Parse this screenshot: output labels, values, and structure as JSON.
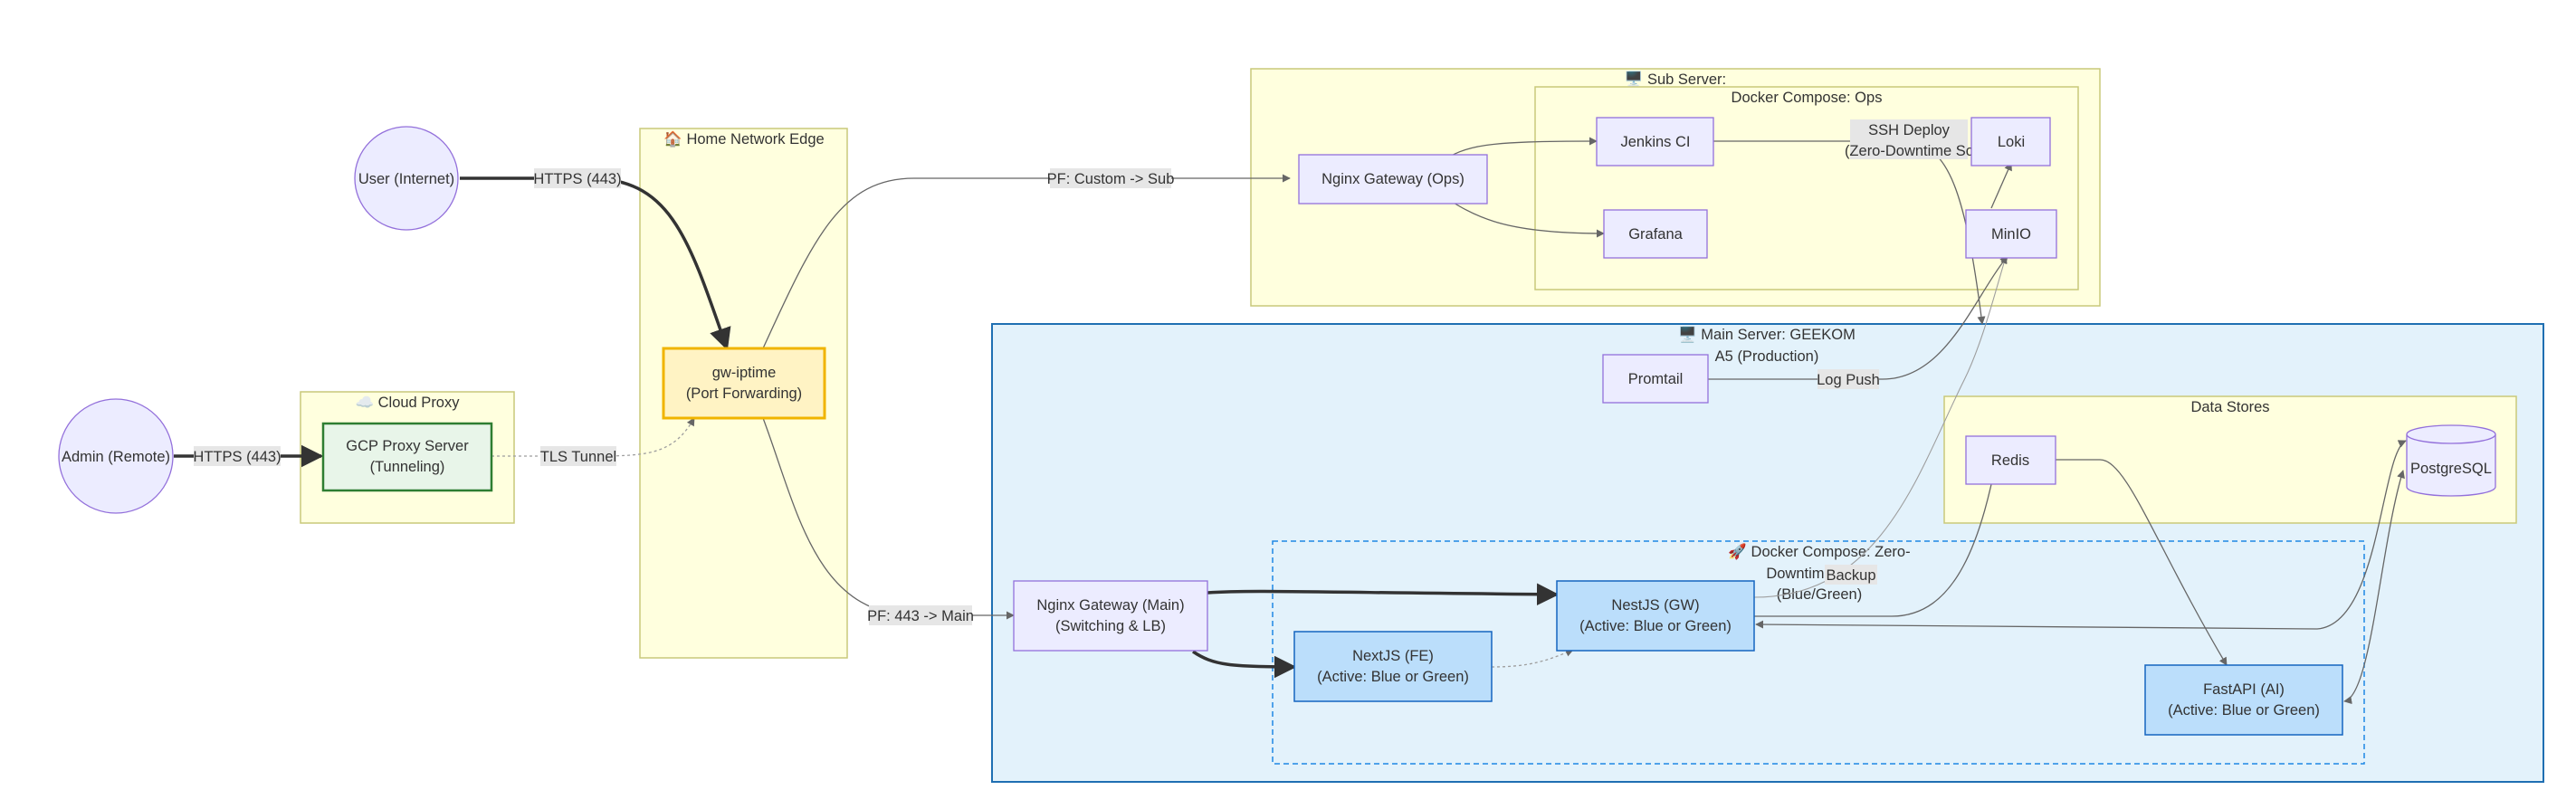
{
  "groups": {
    "home_edge": "🏠 Home Network Edge",
    "cloud_proxy": "☁️ Cloud Proxy",
    "sub_server": "🖥️ Sub Server:",
    "docker_ops": "Docker Compose: Ops",
    "main_server": "🖥️ Main Server: GEEKOM",
    "main_server_sub": "A5 (Production)",
    "data_stores": "Data Stores",
    "docker_zero_1": "🚀 Docker Compose: Zero-",
    "docker_zero_2": "Downtime",
    "docker_zero_3": "(Blue/Green)"
  },
  "nodes": {
    "user": "User (Internet)",
    "admin": "Admin (Remote)",
    "gcp_1": "GCP Proxy Server",
    "gcp_2": "(Tunneling)",
    "gw_1": "gw-iptime",
    "gw_2": "(Port Forwarding)",
    "nginx_ops": "Nginx Gateway (Ops)",
    "jenkins": "Jenkins CI",
    "grafana": "Grafana",
    "loki": "Loki",
    "minio": "MinIO",
    "promtail": "Promtail",
    "redis": "Redis",
    "postgres": "PostgreSQL",
    "nginx_main_1": "Nginx Gateway (Main)",
    "nginx_main_2": "(Switching & LB)",
    "nestjs_1": "NestJS (GW)",
    "nestjs_2": "(Active: Blue or Green)",
    "nextjs_1": "NextJS (FE)",
    "nextjs_2": "(Active: Blue or Green)",
    "fastapi_1": "FastAPI (AI)",
    "fastapi_2": "(Active: Blue or Green)"
  },
  "edges": {
    "https_user": "HTTPS (443)",
    "https_admin": "HTTPS (443)",
    "tls": "TLS Tunnel",
    "pf_sub": "PF: Custom -> Sub",
    "pf_main": "PF: 443 -> Main",
    "ssh_1": "SSH Deploy",
    "ssh_2": "(Zero-Downtime Sc",
    "log_push": "Log Push",
    "backup": "Backup"
  },
  "colors": {
    "group_yellow_fill": "#ffffde",
    "group_yellow_stroke": "#c9c97a",
    "main_fill": "#e3f2fb",
    "main_stroke": "#1f6fb2",
    "zero_stroke": "#1e88e5",
    "node_fill": "#ececff",
    "node_stroke": "#9370db",
    "gcp_fill": "#e8f5e9",
    "gcp_stroke": "#2e7d32",
    "gw_fill": "#fff3c4",
    "gw_stroke": "#f0b400",
    "app_fill": "#bbdefb",
    "app_stroke": "#1565c0"
  }
}
